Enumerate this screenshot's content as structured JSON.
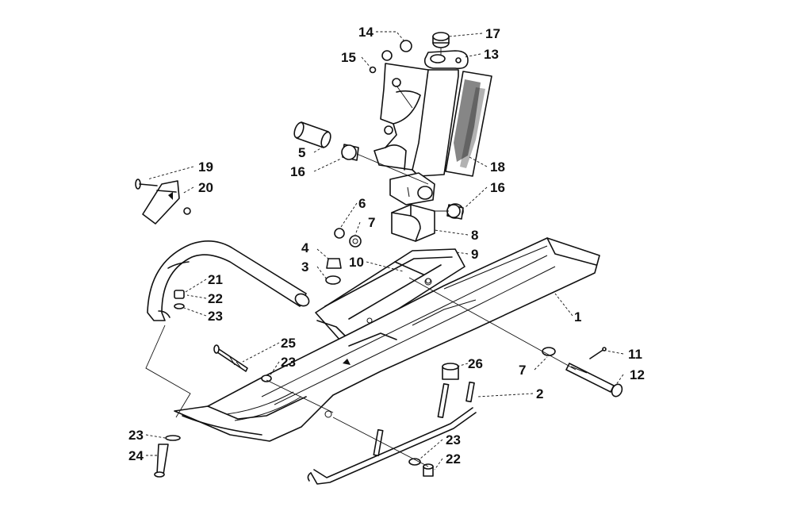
{
  "diagram": {
    "callouts": [
      {
        "id": "c1",
        "text": "1"
      },
      {
        "id": "c2",
        "text": "2"
      },
      {
        "id": "c3",
        "text": "3"
      },
      {
        "id": "c4",
        "text": "4"
      },
      {
        "id": "c5",
        "text": "5"
      },
      {
        "id": "c6",
        "text": "6"
      },
      {
        "id": "c7a",
        "text": "7"
      },
      {
        "id": "c7b",
        "text": "7"
      },
      {
        "id": "c8",
        "text": "8"
      },
      {
        "id": "c9",
        "text": "9"
      },
      {
        "id": "c10",
        "text": "10"
      },
      {
        "id": "c11",
        "text": "11"
      },
      {
        "id": "c12",
        "text": "12"
      },
      {
        "id": "c13",
        "text": "13"
      },
      {
        "id": "c14",
        "text": "14"
      },
      {
        "id": "c15",
        "text": "15"
      },
      {
        "id": "c16a",
        "text": "16"
      },
      {
        "id": "c16b",
        "text": "16"
      },
      {
        "id": "c17",
        "text": "17"
      },
      {
        "id": "c18",
        "text": "18"
      },
      {
        "id": "c19",
        "text": "19"
      },
      {
        "id": "c20",
        "text": "20"
      },
      {
        "id": "c21",
        "text": "21"
      },
      {
        "id": "c22a",
        "text": "22"
      },
      {
        "id": "c22b",
        "text": "22"
      },
      {
        "id": "c23a",
        "text": "23"
      },
      {
        "id": "c23b",
        "text": "23"
      },
      {
        "id": "c23c",
        "text": "23"
      },
      {
        "id": "c23d",
        "text": "23"
      },
      {
        "id": "c24",
        "text": "24"
      },
      {
        "id": "c25",
        "text": "25"
      },
      {
        "id": "c26",
        "text": "26"
      }
    ]
  }
}
